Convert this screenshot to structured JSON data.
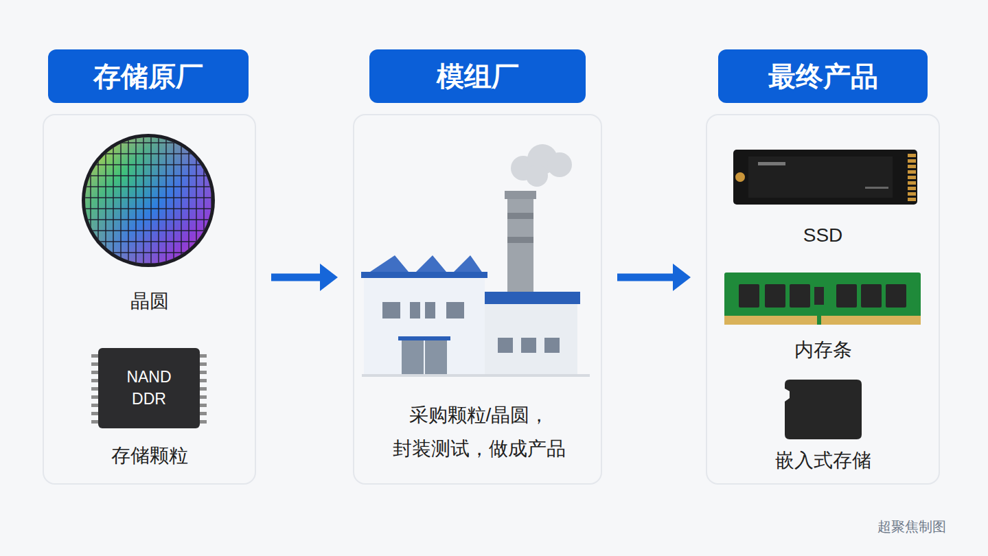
{
  "diagram": {
    "nodes": [
      {
        "text": [
          "存储原厂"
        ]
      },
      {
        "text": [
          "晶圆",
          "存储颗粒"
        ]
      },
      {
        "text": [
          "模组厂"
        ]
      },
      {
        "text": [
          "采购颗粒/晶圆， 封装测试，做成产品"
        ]
      },
      {
        "text": [
          "最终产品"
        ]
      },
      {
        "text": [
          "SSD",
          "内存条",
          "嵌入式存储"
        ]
      }
    ],
    "edges": [
      {
        "from": 1,
        "to": 3,
        "arrow": "to"
      },
      {
        "from": 3,
        "to": 5,
        "arrow": "to"
      }
    ],
    "labels": [
      "NAND",
      "DDR",
      "超聚焦制图"
    ]
  }
}
